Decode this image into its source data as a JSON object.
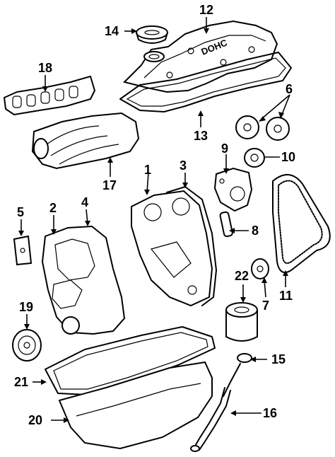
{
  "diagram": {
    "valve_cover_text": "DOHC",
    "callouts": [
      {
        "id": "1",
        "text": "1"
      },
      {
        "id": "2",
        "text": "2"
      },
      {
        "id": "3",
        "text": "3"
      },
      {
        "id": "4",
        "text": "4"
      },
      {
        "id": "5",
        "text": "5"
      },
      {
        "id": "6",
        "text": "6"
      },
      {
        "id": "7",
        "text": "7"
      },
      {
        "id": "8",
        "text": "8"
      },
      {
        "id": "9",
        "text": "9"
      },
      {
        "id": "10",
        "text": "10"
      },
      {
        "id": "11",
        "text": "11"
      },
      {
        "id": "12",
        "text": "12"
      },
      {
        "id": "13",
        "text": "13"
      },
      {
        "id": "14",
        "text": "14"
      },
      {
        "id": "15",
        "text": "15"
      },
      {
        "id": "16",
        "text": "16"
      },
      {
        "id": "17",
        "text": "17"
      },
      {
        "id": "18",
        "text": "18"
      },
      {
        "id": "19",
        "text": "19"
      },
      {
        "id": "20",
        "text": "20"
      },
      {
        "id": "21",
        "text": "21"
      },
      {
        "id": "22",
        "text": "22"
      }
    ]
  }
}
